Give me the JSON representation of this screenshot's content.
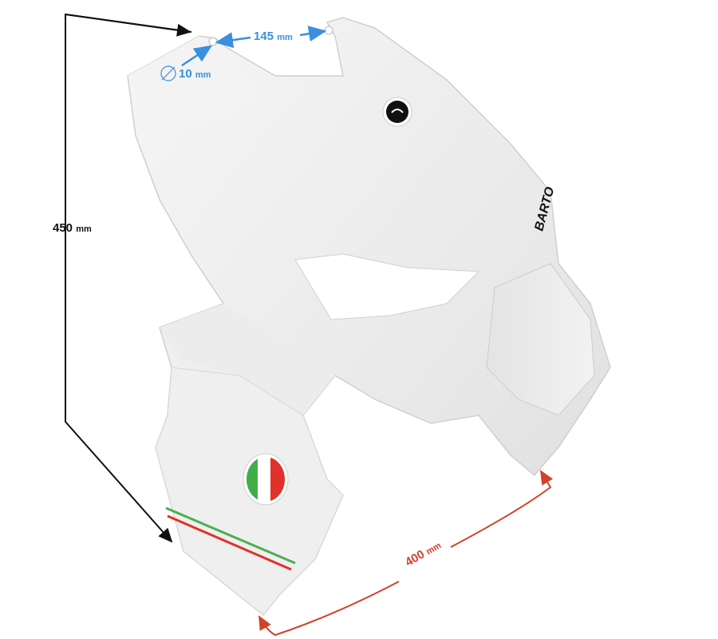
{
  "product": {
    "logo_text": "BARTO",
    "flag_colors": [
      "#3fae49",
      "#ffffff",
      "#e1312b"
    ]
  },
  "dimensions": {
    "height": {
      "value": "450",
      "unit": "mm"
    },
    "hole_spacing": {
      "value": "145",
      "unit": "mm"
    },
    "hole_diameter": {
      "value": "10",
      "unit": "mm"
    },
    "width": {
      "value": "400",
      "unit": "mm"
    }
  },
  "colors": {
    "height": "#111111",
    "hole": "#3a8fe0",
    "width": "#d2412a"
  }
}
